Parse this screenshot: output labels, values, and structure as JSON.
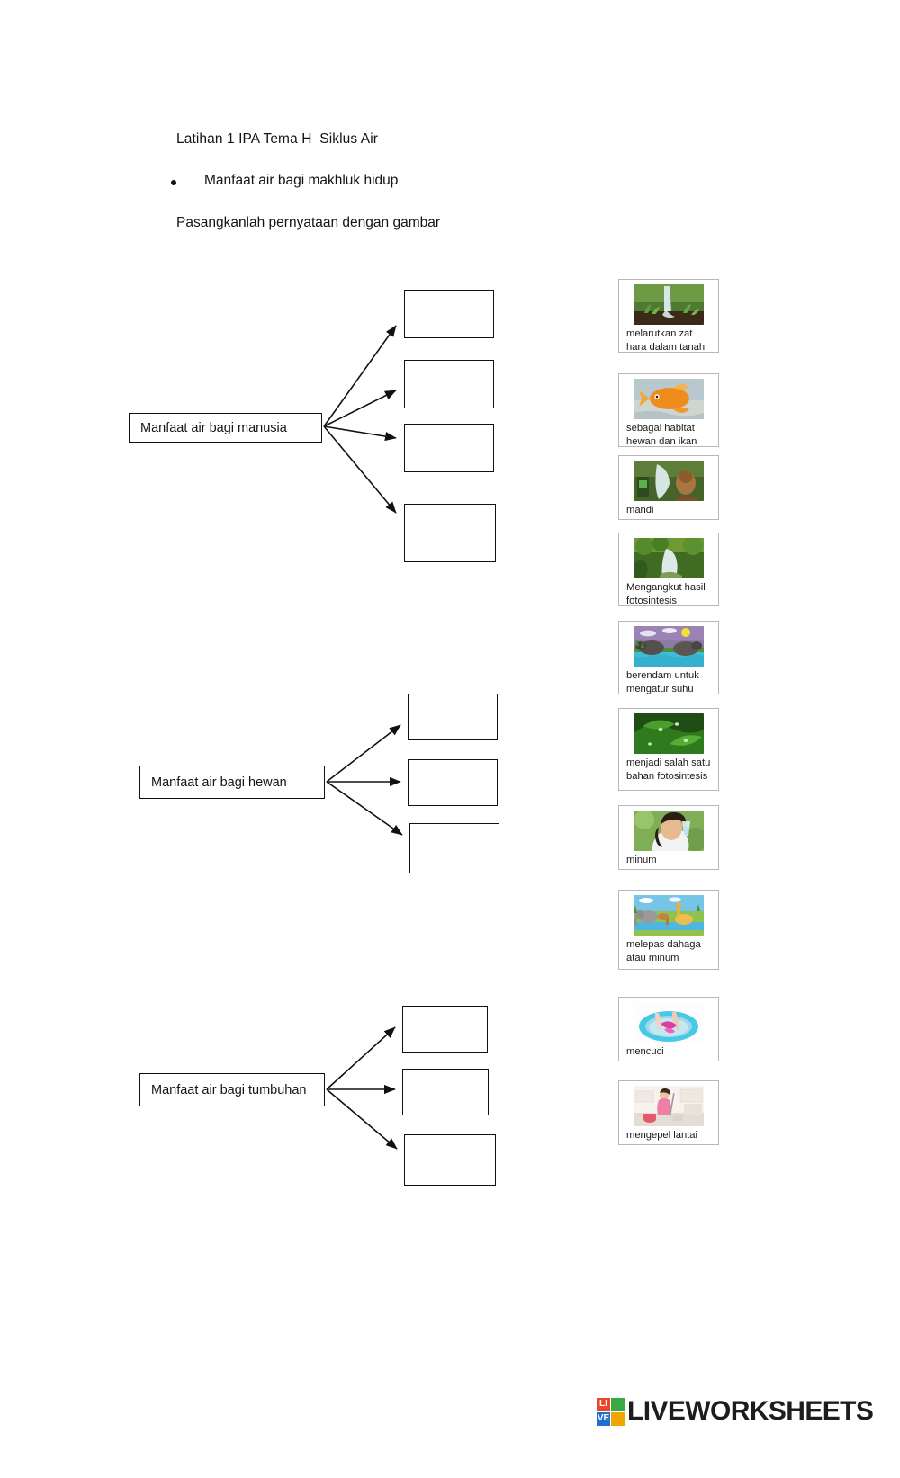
{
  "header": {
    "title": "Latihan 1 IPA Tema H  Siklus Air",
    "bullet": "Manfaat air bagi makhluk hidup",
    "instruction": "Pasangkanlah pernyataan dengan gambar"
  },
  "categories": [
    {
      "id": "manusia",
      "label": "Manfaat air bagi manusia",
      "slots": 4
    },
    {
      "id": "hewan",
      "label": "Manfaat air bagi hewan",
      "slots": 3
    },
    {
      "id": "tumbuhan",
      "label": "Manfaat air bagi tumbuhan",
      "slots": 3
    }
  ],
  "answer_cards": [
    {
      "id": "card-1",
      "caption": "melarutkan zat hara dalam tanah",
      "image": "waterfall-seedlings-soil-photo"
    },
    {
      "id": "card-2",
      "caption": "sebagai habitat hewan dan ikan",
      "image": "goldfish-in-water-photo"
    },
    {
      "id": "card-3",
      "caption": "mandi",
      "image": "child-bathing-under-water-photo"
    },
    {
      "id": "card-4",
      "caption": "Mengangkut hasil fotosintesis",
      "image": "forest-waterfall-photo"
    },
    {
      "id": "card-5",
      "caption": "berendam untuk mengatur suhu",
      "image": "buffalo-soaking-in-river-illustration"
    },
    {
      "id": "card-6",
      "caption": "menjadi salah satu bahan fotosintesis",
      "image": "green-leaves-with-dew-photo"
    },
    {
      "id": "card-7",
      "caption": "minum",
      "image": "woman-drinking-glass-of-water-photo"
    },
    {
      "id": "card-8",
      "caption": "melepas dahaga atau minum",
      "image": "savanna-animals-at-waterhole-illustration"
    },
    {
      "id": "card-9",
      "caption": "mencuci",
      "image": "hands-washing-clothes-in-basin-photo"
    },
    {
      "id": "card-10",
      "caption": "mengepel lantai",
      "image": "woman-mopping-floor-photo"
    }
  ],
  "footer": {
    "logo_tiles": [
      "LI",
      "VE",
      "",
      ""
    ],
    "logo_text": "LIVEWORKSHEETS"
  },
  "colors": {
    "text": "#141414",
    "box_border": "#111111",
    "card_border": "#b8b8b8",
    "logo_red": "#e8472b",
    "logo_green": "#3aa845",
    "logo_blue": "#1f6fd0",
    "logo_orange": "#f0a500"
  }
}
